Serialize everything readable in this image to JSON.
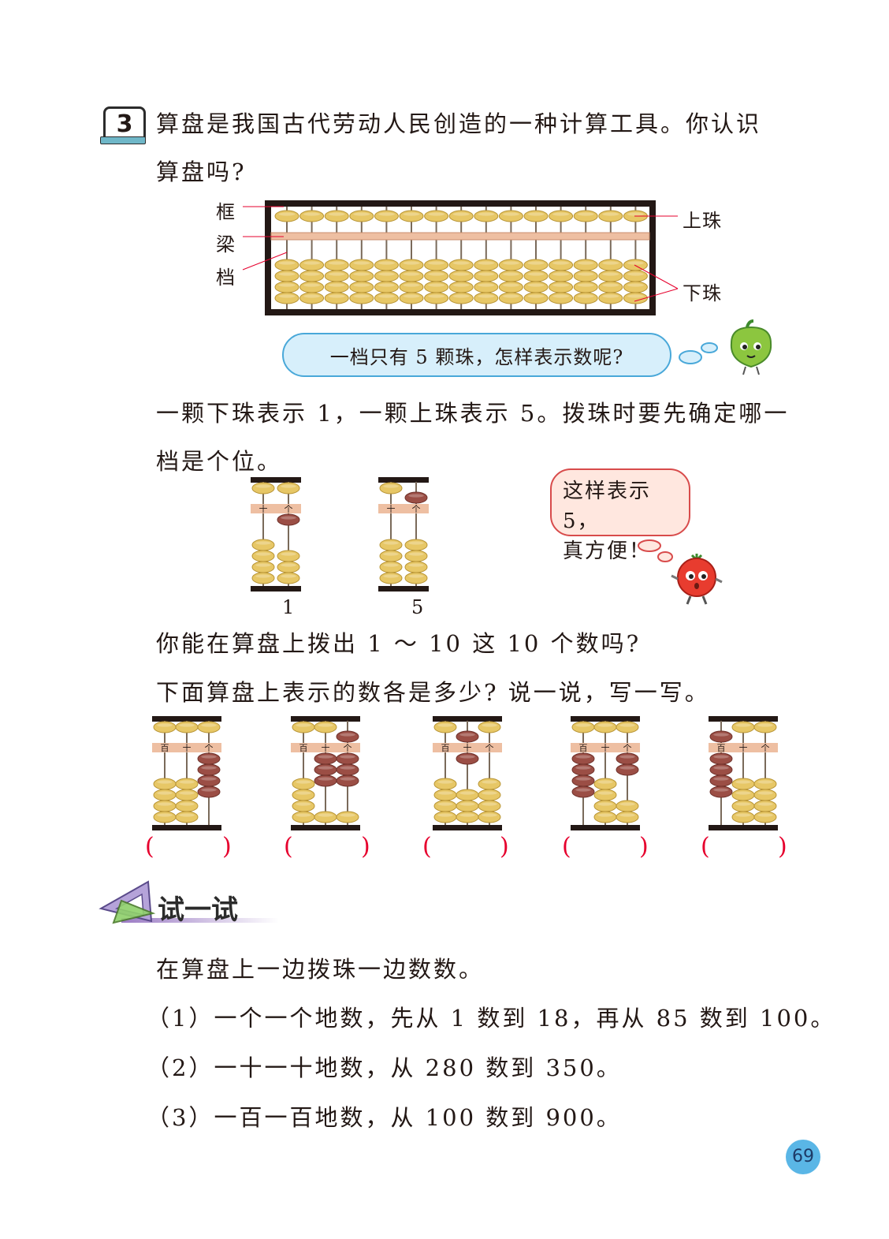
{
  "problem_number": "3",
  "intro_line1": "算盘是我国古代劳动人民创造的一种计算工具。你认识",
  "intro_line2": "算盘吗?",
  "labels": {
    "frame": "框",
    "beam": "梁",
    "rod": "档",
    "upper_beads": "上珠",
    "lower_beads": "下珠"
  },
  "bubble_question": "一档只有 5 颗珠，怎样表示数呢?",
  "explain_line1": "一颗下珠表示 1，一颗上珠表示 5。拨珠时要先确定哪一",
  "explain_line2": "档是个位。",
  "place_names": {
    "tens": "十",
    "ones": "个",
    "hundreds": "百"
  },
  "small_abacus": [
    {
      "label": "1",
      "ones_upper": 0,
      "ones_lower": 1
    },
    {
      "label": "5",
      "ones_upper": 1,
      "ones_lower": 0
    }
  ],
  "tomato_bubble": {
    "line1": "这样表示 5，",
    "line2": "真方便！"
  },
  "question1": "你能在算盘上拨出 1 ～ 10 这 10 个数吗?",
  "question2": "下面算盘上表示的数各是多少? 说一说，写一写。",
  "exercises": [
    {
      "upper": [
        0,
        0,
        0
      ],
      "lower": [
        0,
        0,
        4
      ],
      "answer_left": "(",
      "answer_right": ")"
    },
    {
      "upper": [
        0,
        0,
        1
      ],
      "lower": [
        0,
        3,
        3
      ],
      "answer_left": "(",
      "answer_right": ")"
    },
    {
      "upper": [
        0,
        1,
        0
      ],
      "lower": [
        0,
        1,
        0
      ],
      "answer_left": "(",
      "answer_right": ")"
    },
    {
      "upper": [
        0,
        0,
        0
      ],
      "lower": [
        4,
        0,
        2
      ],
      "answer_left": "(",
      "answer_right": ")"
    },
    {
      "upper": [
        1,
        0,
        0
      ],
      "lower": [
        4,
        0,
        0
      ],
      "answer_left": "(",
      "answer_right": ")"
    }
  ],
  "try_title": "试一试",
  "try_intro": "在算盘上一边拨珠一边数数。",
  "try_items": [
    "（1）一个一个地数，先从 1 数到 18，再从 85 数到 100。",
    "（2）一十一十地数，从 280 数到 350。",
    "（3）一百一百地数，从 100 数到 900。"
  ],
  "page_number": "69",
  "colors": {
    "bead": "#e7c766",
    "bead_active": "#9b4e45",
    "beam": "#eebfa2",
    "frame": "#231815",
    "red": "#e6002d",
    "badge_blue": "#5ab6e6"
  }
}
